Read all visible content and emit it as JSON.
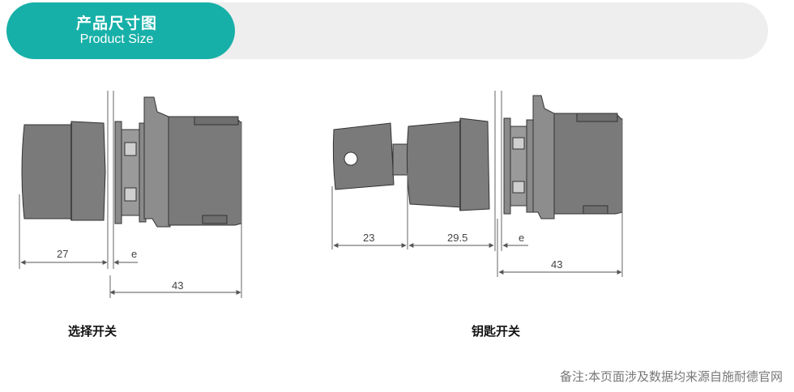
{
  "header": {
    "title": "产品尺寸图",
    "subtitle": "Product Size"
  },
  "diagrams": [
    {
      "caption": "选择开关",
      "dimensions": {
        "d1": "27",
        "d2": "e",
        "d3": "43"
      }
    },
    {
      "caption": "钥匙开关",
      "dimensions": {
        "d1": "23",
        "d2": "29.5",
        "d3": "e",
        "d4": "43"
      }
    }
  ],
  "note": "备注:本页面涉及数据均来源自施耐德官网",
  "colors": {
    "accent": "#17b0a8",
    "header_bg": "#eeeeee",
    "part_fill": "#7a7a7a"
  }
}
